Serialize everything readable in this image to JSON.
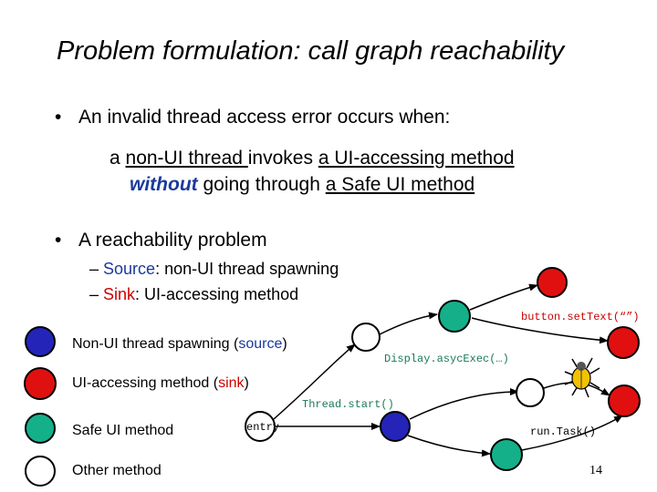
{
  "slide": {
    "title": "Problem formulation: call graph reachability",
    "bullet1": "An invalid thread access error occurs when:",
    "condition": {
      "p1": "a ",
      "u1": "non-UI thread ",
      "p2": "invokes ",
      "u2": "a UI-accessing method",
      "without": "without",
      "p3": "  going through ",
      "u3": "a Safe UI method"
    },
    "bullet2": "A reachability problem",
    "sub1": {
      "dash": "–",
      "key": "Source",
      "rest": ": non-UI thread spawning"
    },
    "sub2": {
      "dash": "–",
      "key": "Sink",
      "rest": ": UI-accessing method"
    },
    "legend": {
      "source": {
        "pre": "Non-UI thread spawning (",
        "key": "source",
        "post": ")"
      },
      "sink": {
        "pre": "UI-accessing method (",
        "key": "sink",
        "post": ")"
      },
      "safe": "Safe UI method",
      "other": "Other method"
    },
    "graph_labels": {
      "button": "button.setText(“”)",
      "display": "Display.asycExec(…)",
      "thread": "Thread.start()",
      "entry": "entry",
      "runtask": "run.Task()"
    },
    "page_number": "14",
    "bug_icon": "bug-icon",
    "colors": {
      "source": "#2424b8",
      "sink": "#e01010",
      "safe": "#14b08a",
      "other": "#ffffff",
      "keyword_blue": "#1a3a9c",
      "keyword_red": "#cc0000"
    }
  }
}
